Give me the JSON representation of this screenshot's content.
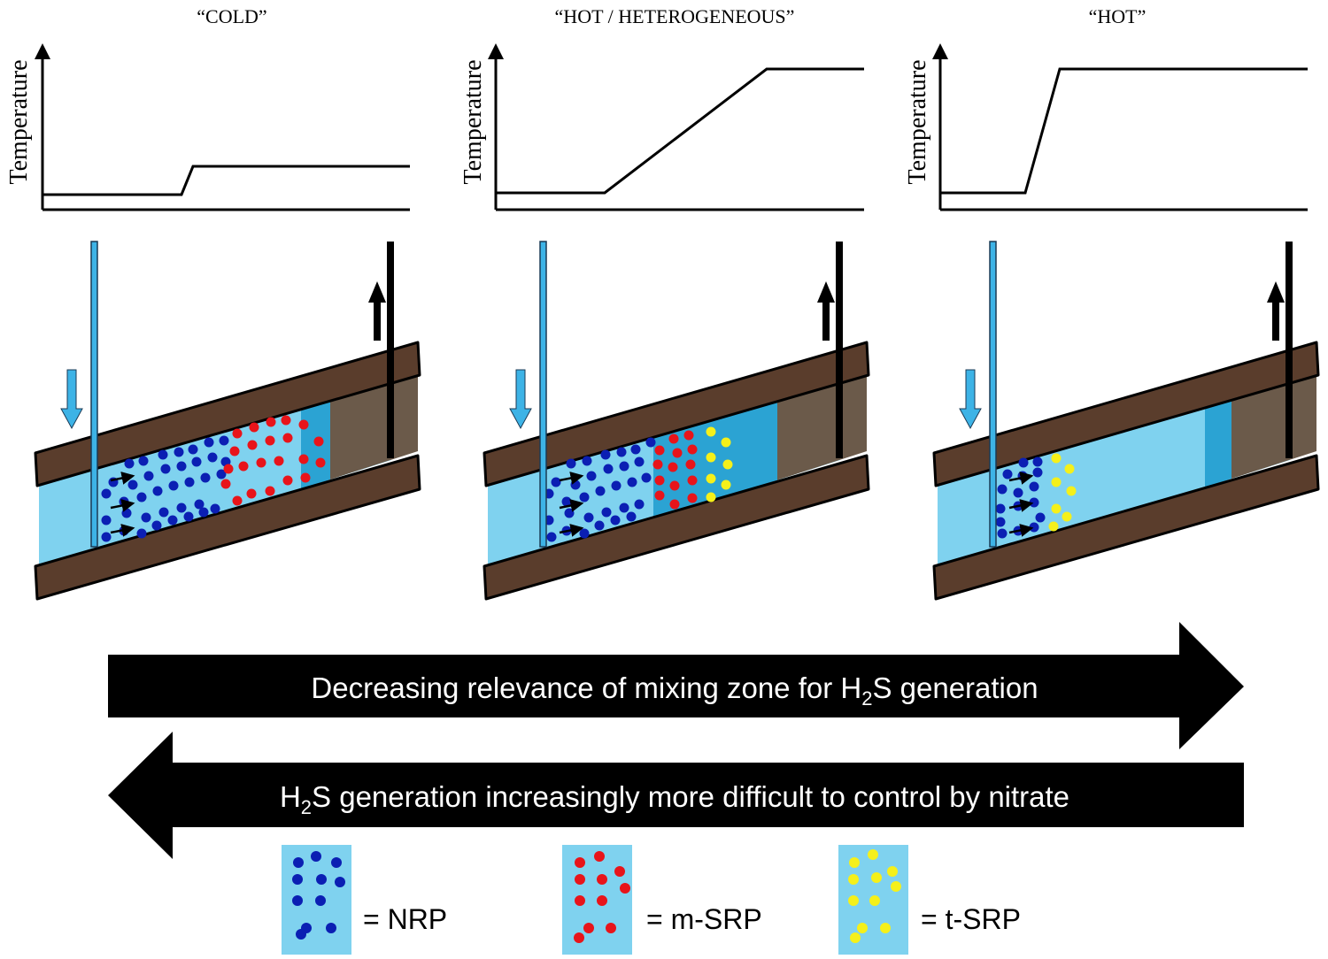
{
  "panels": [
    {
      "title": "“COLD”",
      "y_axis_label": "Temperature"
    },
    {
      "title": "“HOT / HETEROGENEOUS”",
      "y_axis_label": "Temperature"
    },
    {
      "title": "“HOT”",
      "y_axis_label": "Temperature"
    }
  ],
  "arrows": {
    "right": {
      "text_before": "Decreasing relevance of mixing zone for H",
      "subscript": "2",
      "text_after": "S generation"
    },
    "left": {
      "text_before": "H",
      "subscript": "2",
      "text_after": "S generation increasingly more difficult to control by nitrate"
    }
  },
  "legend": [
    {
      "label": "= NRP",
      "dot_color": "#0b1fb3"
    },
    {
      "label": "= m-SRP",
      "dot_color": "#e8141a"
    },
    {
      "label": "= t-SRP",
      "dot_color": "#f5f01a"
    }
  ],
  "colors": {
    "water": "#7fd2ef",
    "water_dark": "#2ba3d3",
    "rock": "#5a3d2c",
    "injector": "#3db3e6",
    "producer": "#000000"
  }
}
